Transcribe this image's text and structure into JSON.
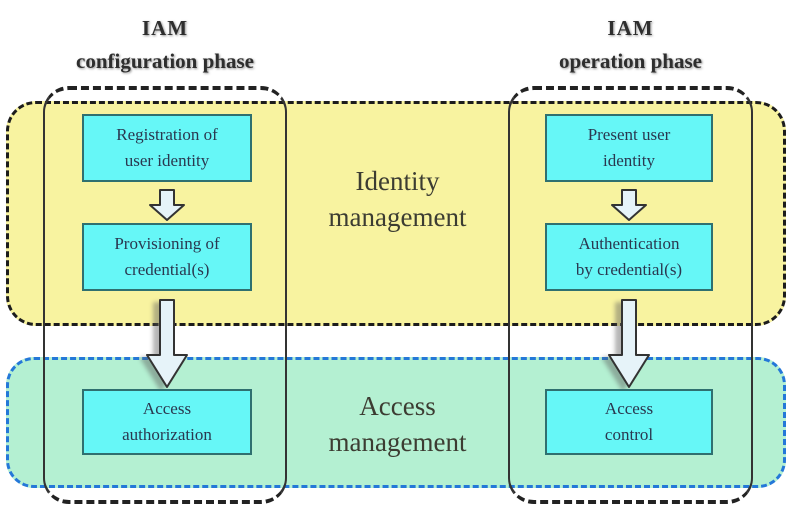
{
  "headers": {
    "configuration": {
      "line1": "IAM",
      "line2": "configuration phase"
    },
    "operation": {
      "line1": "IAM",
      "line2": "operation phase"
    }
  },
  "rows": {
    "identity": {
      "line1": "Identity",
      "line2": "management"
    },
    "access": {
      "line1": "Access",
      "line2": "management"
    }
  },
  "boxes": {
    "registration": {
      "line1": "Registration of",
      "line2": "user identity"
    },
    "provisioning": {
      "line1": "Provisioning of",
      "line2": "credential(s)"
    },
    "authorization": {
      "line1": "Access",
      "line2": "authorization"
    },
    "present": {
      "line1": "Present user",
      "line2": "identity"
    },
    "authentication": {
      "line1": "Authentication",
      "line2": "by credential(s)"
    },
    "control": {
      "line1": "Access",
      "line2": "control"
    }
  },
  "colors": {
    "identity_row_fill": "#F8F3A0",
    "identity_row_border": "#1C1C1C",
    "access_row_fill": "#B4F0D2",
    "access_row_border": "#2478D8",
    "process_box_fill": "#66F7F7",
    "process_box_border": "#2F7070",
    "phase_column_border": "#2F2F2F",
    "arrow_fill": "#E6F3F9",
    "box_text": "#2A3850",
    "label_text": "#3C3C32"
  }
}
